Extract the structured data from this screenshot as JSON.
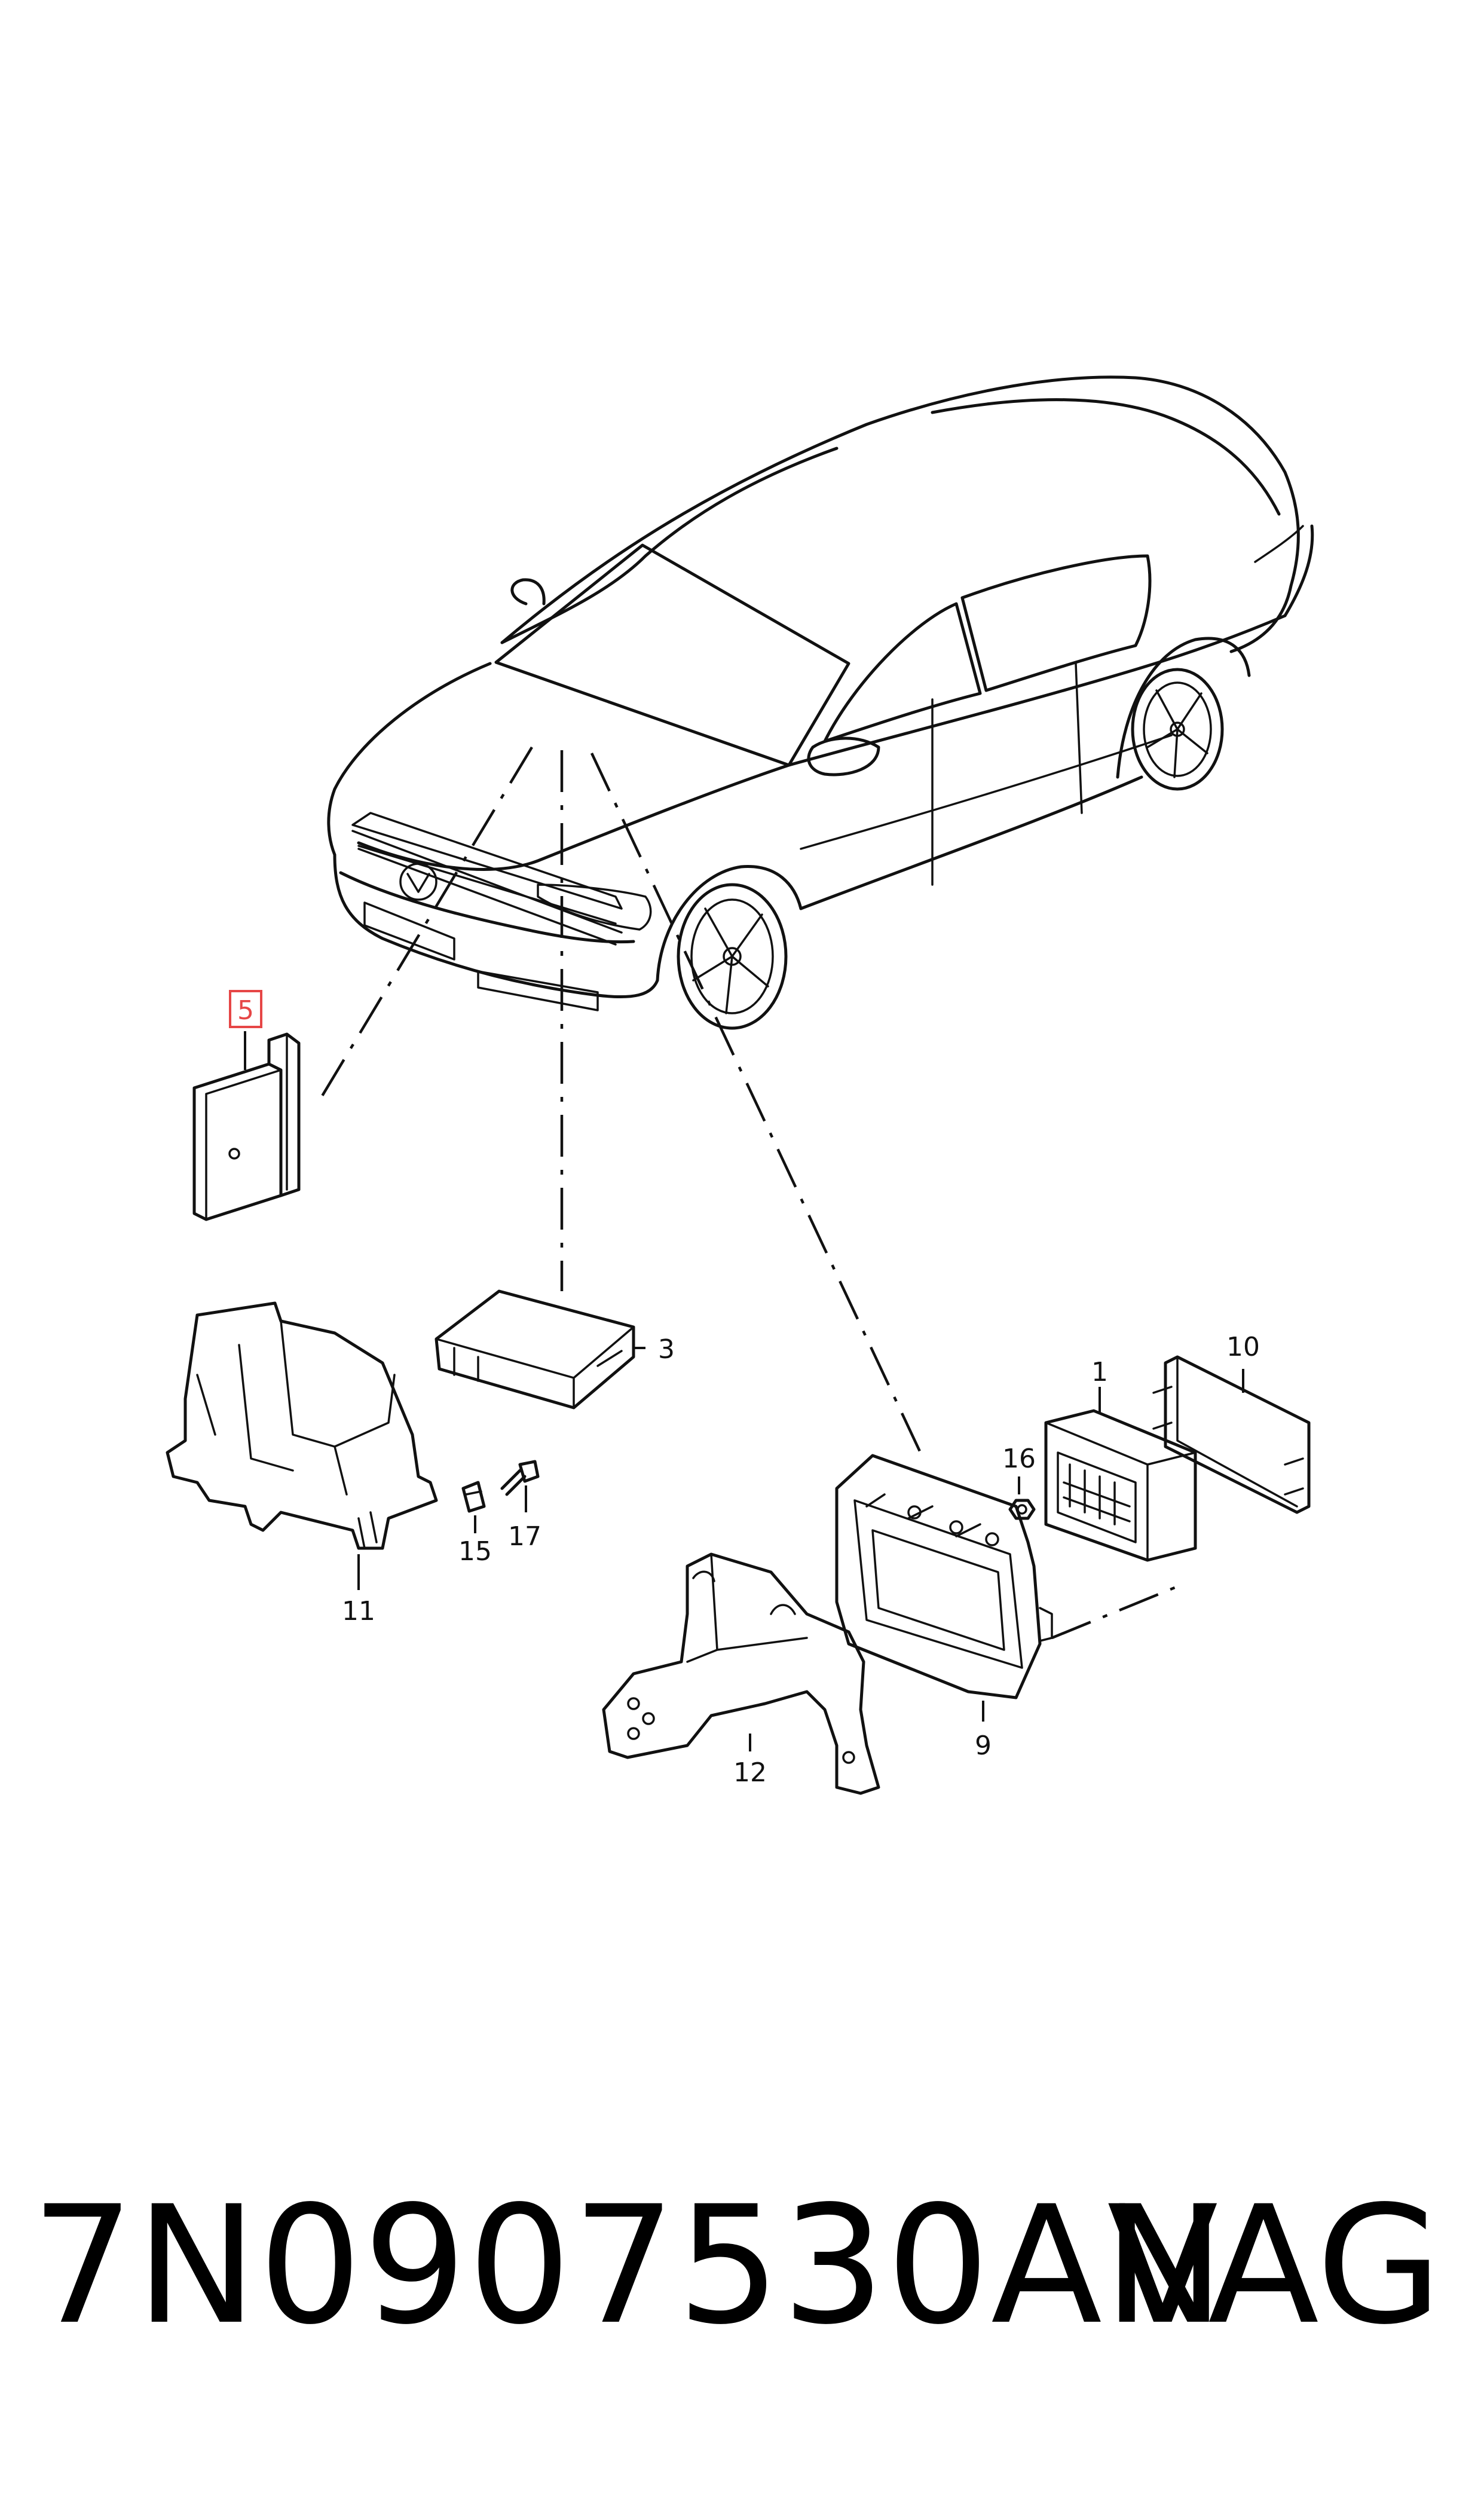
{
  "diagram": {
    "highlighted_part": "5",
    "labels": {
      "p1": "1",
      "p3": "3",
      "p5": "5",
      "p9": "9",
      "p10": "10",
      "p11": "11",
      "p12": "12",
      "p15": "15",
      "p16": "16",
      "p17": "17"
    },
    "colors": {
      "line": "#111111",
      "highlight": "#e64646",
      "background": "#ffffff"
    }
  },
  "footer": {
    "part_number": "7N0907530AN",
    "brand": "VAG"
  }
}
